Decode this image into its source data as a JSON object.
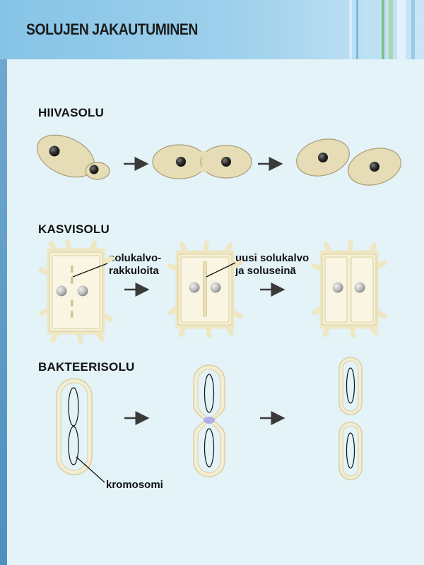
{
  "header": {
    "title": "SOLUJEN JAKAUTUMINEN"
  },
  "sections": {
    "yeast": {
      "heading": "HIIVASOLU"
    },
    "plant": {
      "heading": "KASVISOLU",
      "vesicles_label_line1": "solukalvo-",
      "vesicles_label_line2": "rakkuloita",
      "new_membrane_label_line1": "uusi solukalvo",
      "new_membrane_label_line2": "ja soluseinä"
    },
    "bacteria": {
      "heading": "BAKTEERISOLU",
      "chromosome_label": "kromosomi"
    }
  },
  "colors": {
    "background": "#e3f3f8",
    "header": "#9ed0ec",
    "cell_fill": "#e6ddb6",
    "cell_stroke": "#a89c74",
    "plant_wall": "#f4edcd",
    "nucleus": "#2b2b2b",
    "arrow": "#3a3a3a",
    "pinch": "#a9a7e8"
  }
}
